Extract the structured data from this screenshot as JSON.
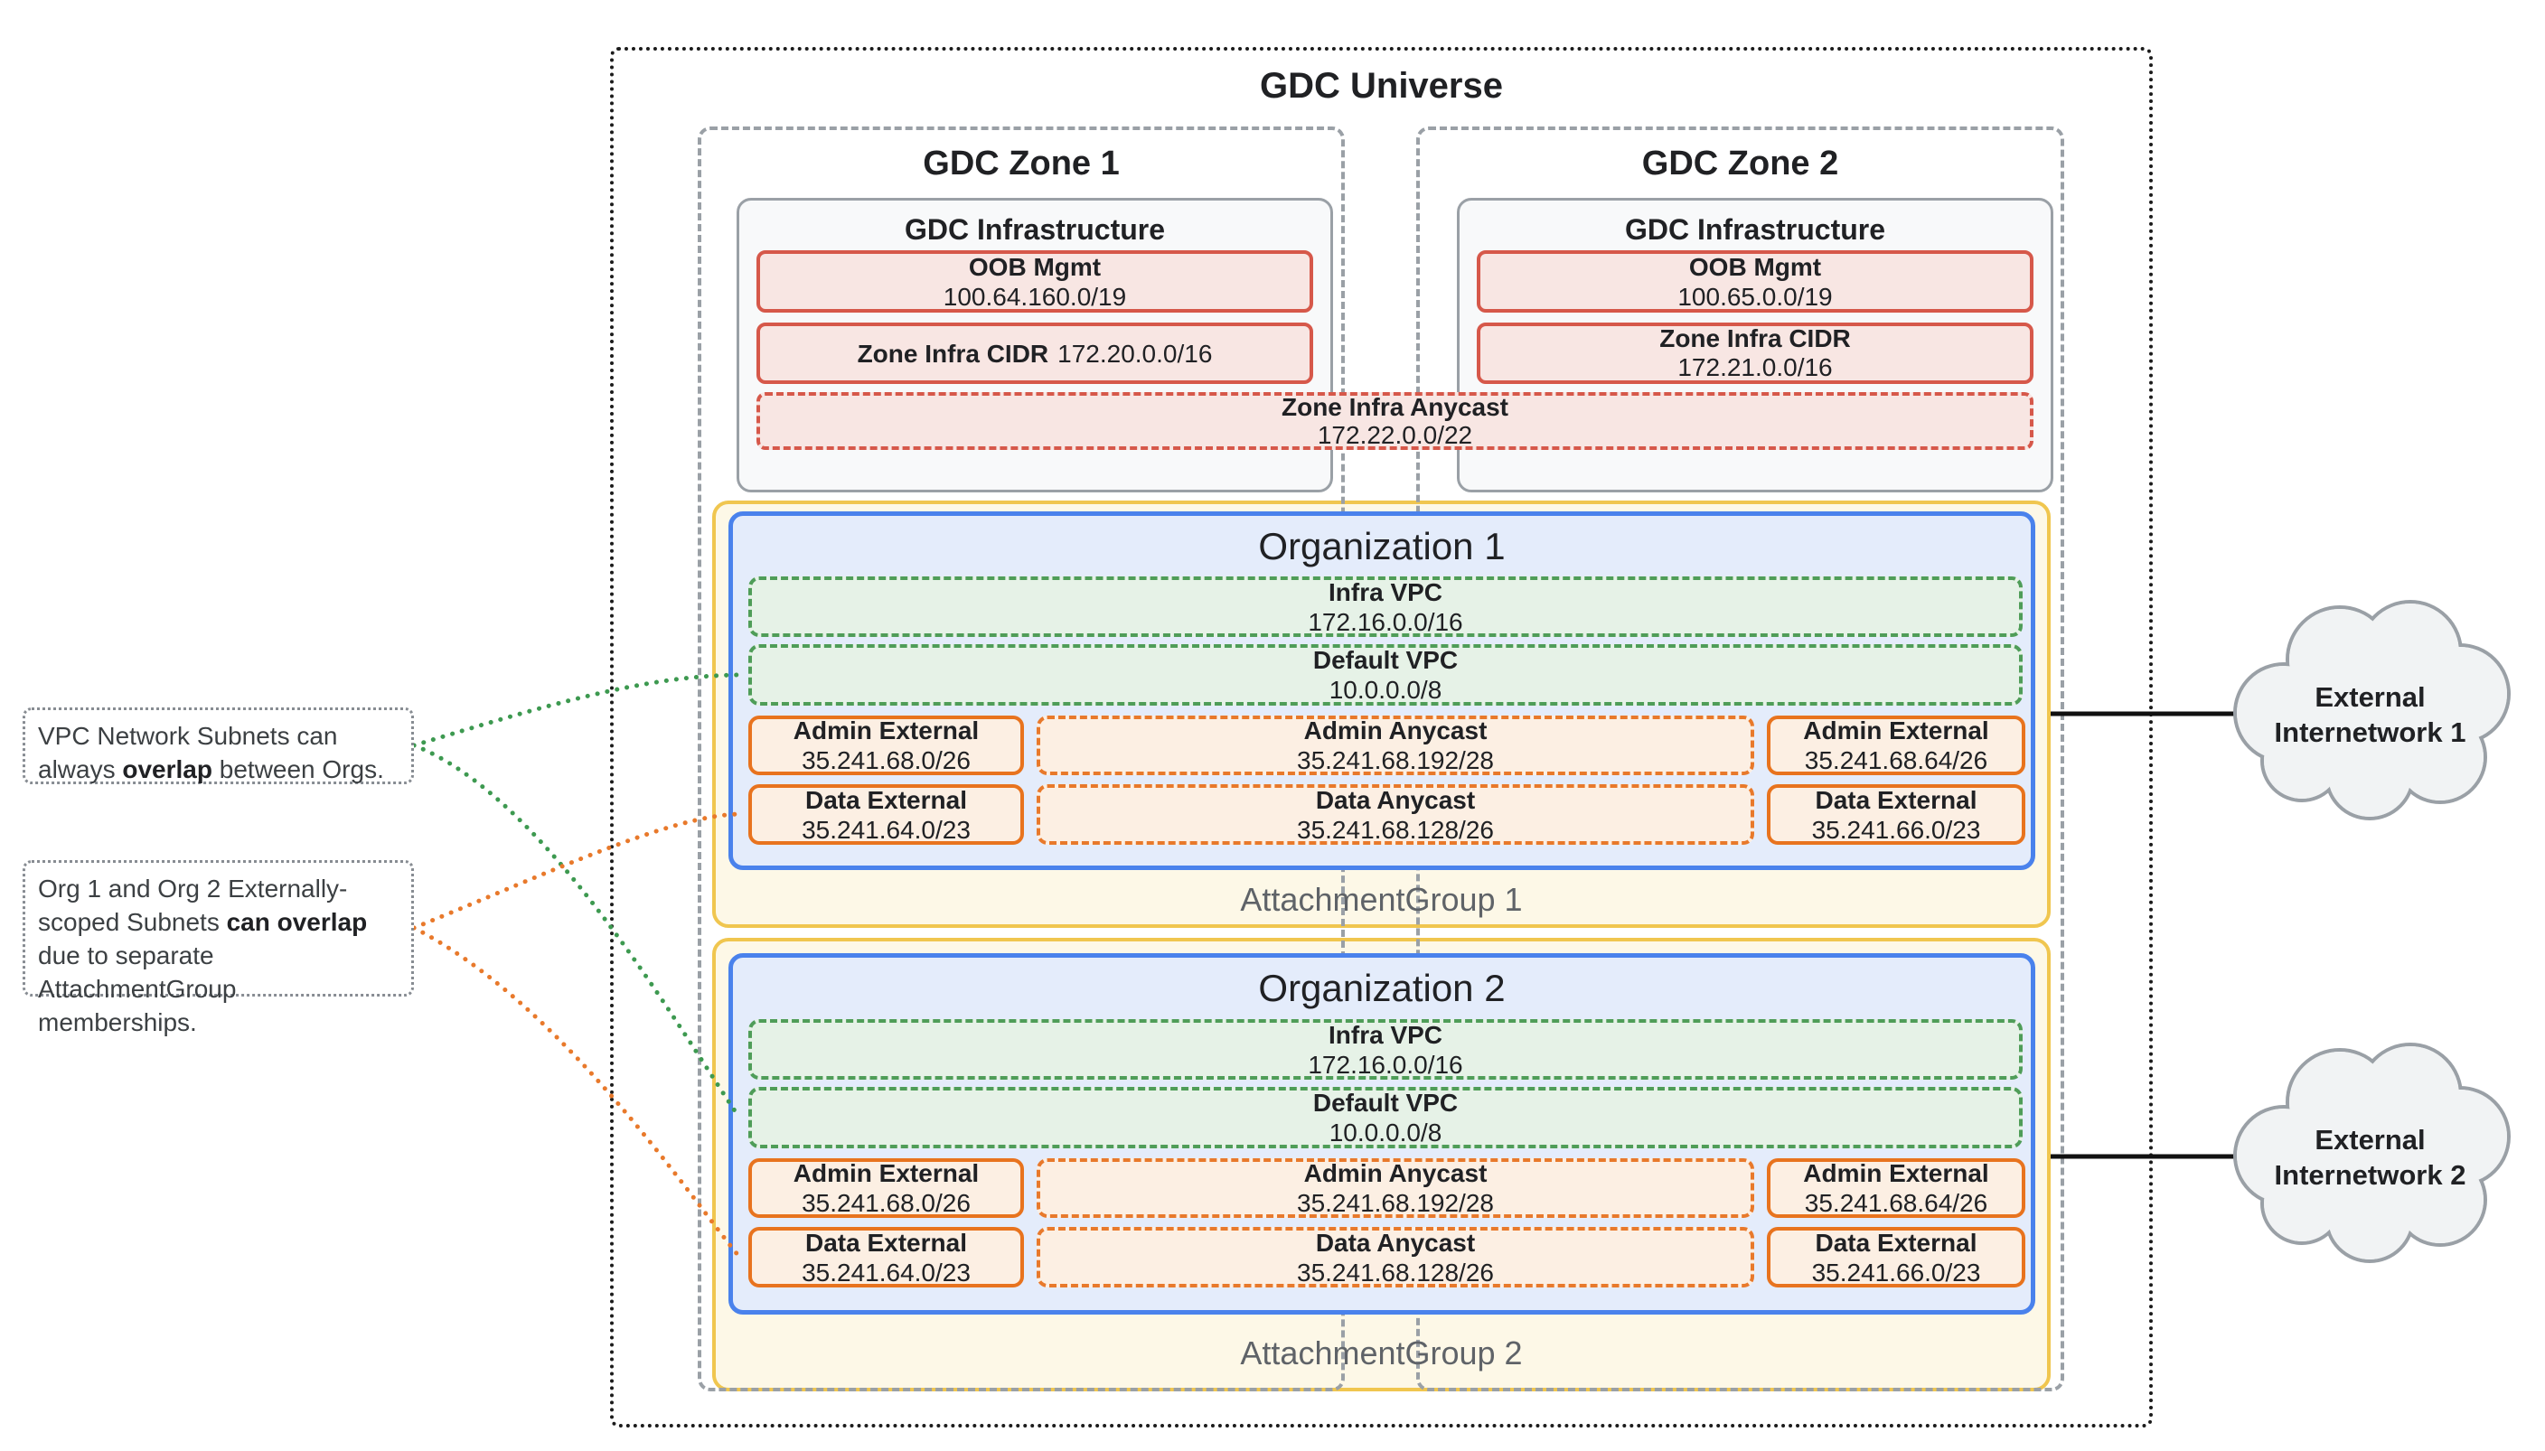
{
  "diagram_title": "GDC Universe",
  "zones": [
    {
      "title": "GDC Zone 1",
      "infrastructure_title": "GDC Infrastructure",
      "oob_mgmt": {
        "label": "OOB Mgmt",
        "cidr": "100.64.160.0/19"
      },
      "zone_infra_cidr": {
        "label": "Zone Infra CIDR",
        "cidr": "172.20.0.0/16"
      }
    },
    {
      "title": "GDC Zone 2",
      "infrastructure_title": "GDC Infrastructure",
      "oob_mgmt": {
        "label": "OOB Mgmt",
        "cidr": "100.65.0.0/19"
      },
      "zone_infra_cidr": {
        "label": "Zone Infra CIDR",
        "cidr": "172.21.0.0/16"
      }
    }
  ],
  "zone_infra_anycast": {
    "label": "Zone Infra Anycast",
    "cidr": "172.22.0.0/22"
  },
  "organizations": [
    {
      "title": "Organization 1",
      "attachment_group_label": "AttachmentGroup 1",
      "infra_vpc": {
        "label": "Infra VPC",
        "cidr": "172.16.0.0/16"
      },
      "default_vpc": {
        "label": "Default VPC",
        "cidr": "10.0.0.0/8"
      },
      "admin_external_left": {
        "label": "Admin External",
        "cidr": "35.241.68.0/26"
      },
      "admin_anycast": {
        "label": "Admin Anycast",
        "cidr": "35.241.68.192/28"
      },
      "admin_external_right": {
        "label": "Admin External",
        "cidr": "35.241.68.64/26"
      },
      "data_external_left": {
        "label": "Data External",
        "cidr": "35.241.64.0/23"
      },
      "data_anycast": {
        "label": "Data Anycast",
        "cidr": "35.241.68.128/26"
      },
      "data_external_right": {
        "label": "Data External",
        "cidr": "35.241.66.0/23"
      }
    },
    {
      "title": "Organization 2",
      "attachment_group_label": "AttachmentGroup 2",
      "infra_vpc": {
        "label": "Infra VPC",
        "cidr": "172.16.0.0/16"
      },
      "default_vpc": {
        "label": "Default VPC",
        "cidr": "10.0.0.0/8"
      },
      "admin_external_left": {
        "label": "Admin External",
        "cidr": "35.241.68.0/26"
      },
      "admin_anycast": {
        "label": "Admin Anycast",
        "cidr": "35.241.68.192/28"
      },
      "admin_external_right": {
        "label": "Admin External",
        "cidr": "35.241.68.64/26"
      },
      "data_external_left": {
        "label": "Data External",
        "cidr": "35.241.64.0/23"
      },
      "data_anycast": {
        "label": "Data Anycast",
        "cidr": "35.241.68.128/26"
      },
      "data_external_right": {
        "label": "Data External",
        "cidr": "35.241.66.0/23"
      }
    }
  ],
  "annotations": [
    {
      "text_before": "VPC Network Subnets can always ",
      "bold_text": "overlap",
      "text_after": " between Orgs."
    },
    {
      "text_before": "Org 1 and Org 2 Externally-scoped Subnets ",
      "bold_text": "can overlap",
      "text_after": " due to separate AttachmentGroup memberships."
    }
  ],
  "external_networks": [
    {
      "line1": "External",
      "line2": "Internetwork 1"
    },
    {
      "line1": "External",
      "line2": "Internetwork 2"
    }
  ],
  "colors": {
    "red_border": "#D6584A",
    "red_fill": "#F8E6E3",
    "green_border": "#4F9D58",
    "green_fill": "#E6F2E7",
    "orange_border": "#E8731E",
    "orange_fill": "#FCEFE3",
    "blue_border": "#4A82EC",
    "blue_fill": "#E4ECFB",
    "yellow_border": "#F0C64F",
    "yellow_fill": "#FDF8E7",
    "gray_border": "#9AA0A6",
    "gray_fill": "#F8F9FA",
    "cloud_fill": "#F1F3F4",
    "green_connector": "#3D9950",
    "orange_connector": "#E8792B"
  }
}
